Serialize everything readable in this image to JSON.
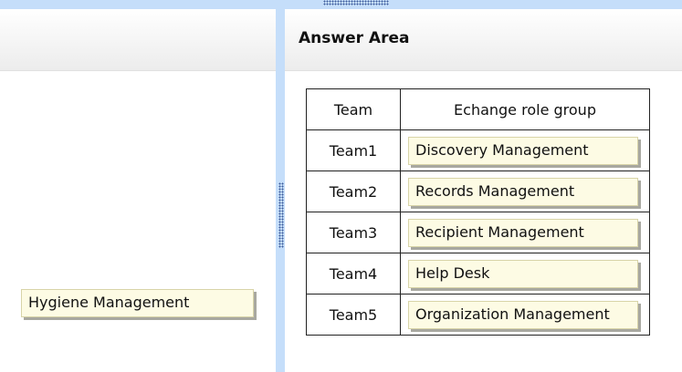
{
  "answer_area": {
    "title": "Answer Area"
  },
  "table": {
    "headers": [
      "Team",
      "Echange role group"
    ],
    "rows": [
      {
        "team": "Team1",
        "role": "Discovery Management"
      },
      {
        "team": "Team2",
        "role": "Records Management"
      },
      {
        "team": "Team3",
        "role": "Recipient Management"
      },
      {
        "team": "Team4",
        "role": "Help Desk"
      },
      {
        "team": "Team5",
        "role": "Organization Management"
      }
    ]
  },
  "source": {
    "items": [
      "Hygiene Management"
    ]
  }
}
